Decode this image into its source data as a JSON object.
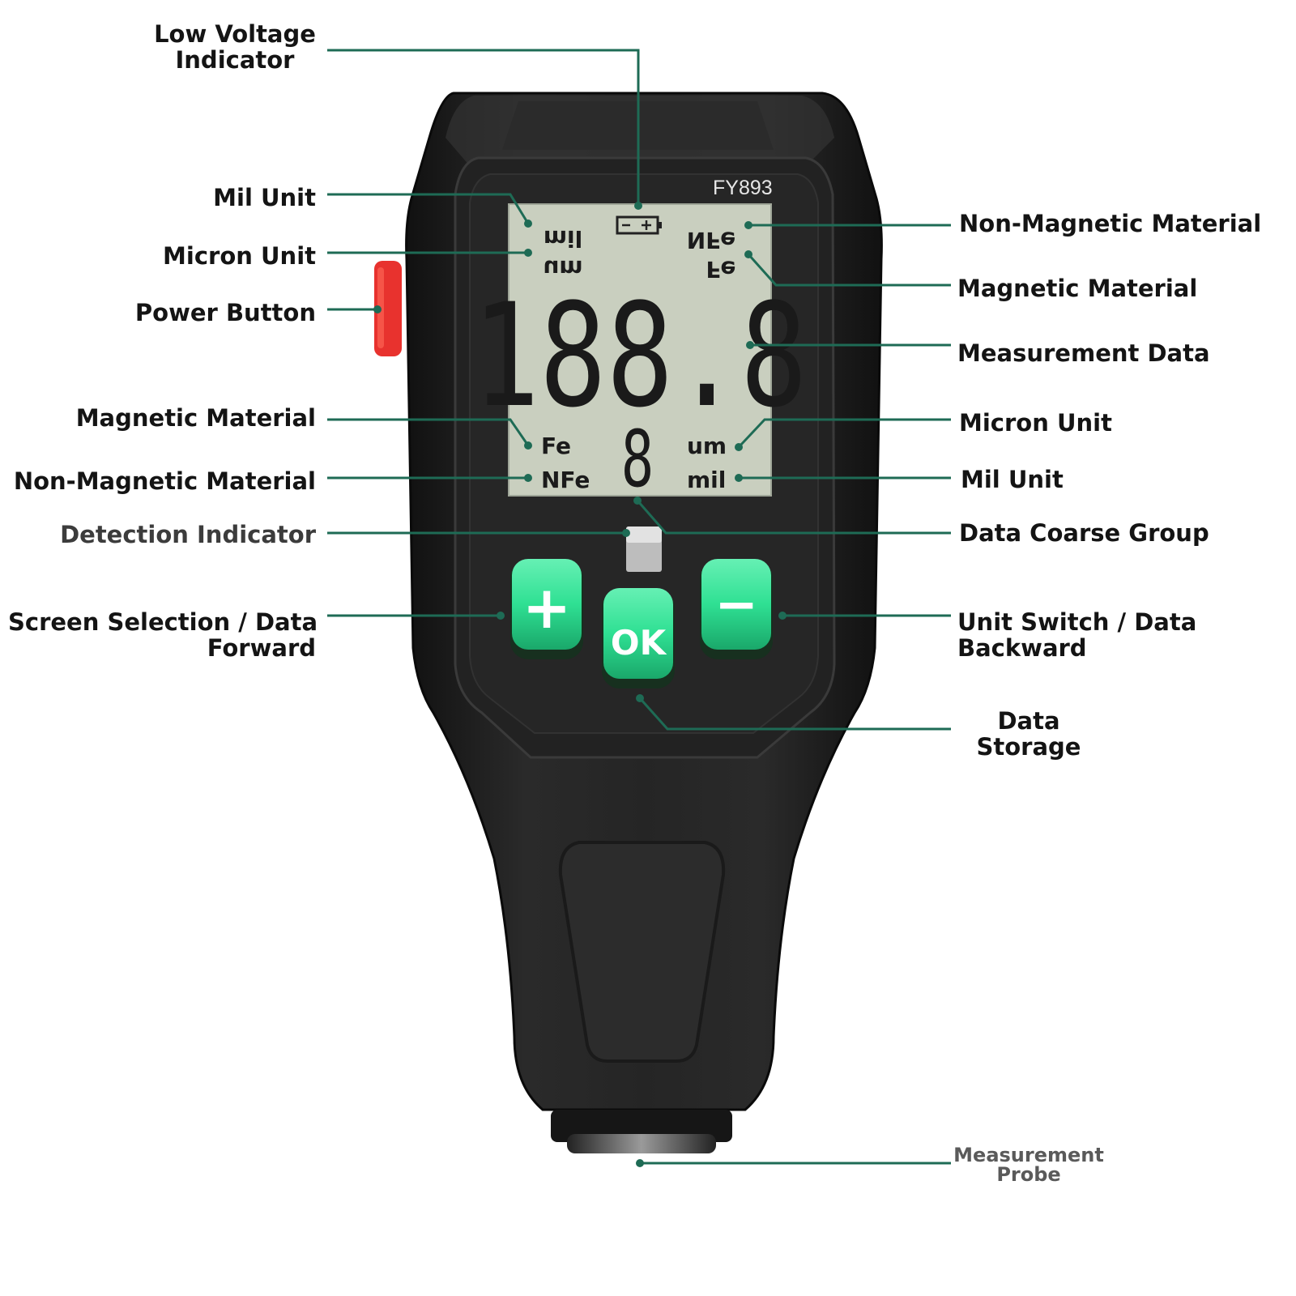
{
  "device": {
    "model": "FY893",
    "display": {
      "main_reading": "188.8",
      "group_digit": "8",
      "top_left_unit_1": "mil",
      "top_left_unit_2": "um",
      "top_right_material_1": "NFe",
      "top_right_material_2": "Fe",
      "bottom_left_material_1": "Fe",
      "bottom_left_material_2": "NFe",
      "bottom_right_unit_1": "um",
      "bottom_right_unit_2": "mil"
    },
    "buttons": {
      "plus": "+",
      "ok": "OK",
      "minus": "−"
    }
  },
  "labels": {
    "low_voltage": [
      "Low Voltage",
      "Indicator"
    ],
    "mil_unit_left": "Mil Unit",
    "micron_unit_left": "Micron Unit",
    "power_button": "Power Button",
    "magnetic_left": "Magnetic Material",
    "non_magnetic_left": "Non-Magnetic Material",
    "detection_indicator": "Detection Indicator",
    "screen_selection": [
      "Screen Selection / Data",
      "Forward"
    ],
    "non_magnetic_right": "Non-Magnetic Material",
    "magnetic_right": "Magnetic Material",
    "measurement_data": "Measurement Data",
    "micron_unit_right": "Micron Unit",
    "mil_unit_right": "Mil Unit",
    "data_coarse_group": "Data Coarse Group",
    "unit_switch": [
      "Unit Switch / Data",
      "Backward"
    ],
    "data_storage": [
      "Data",
      "Storage"
    ],
    "measurement_probe": [
      "Measurement",
      "Probe"
    ]
  },
  "colors": {
    "leader_line": "#1e6b55",
    "lcd_background": "#c9cfbf",
    "button_green": "#2fe093",
    "body_dark": "#1c1c1c",
    "power_red": "#e8322e"
  }
}
